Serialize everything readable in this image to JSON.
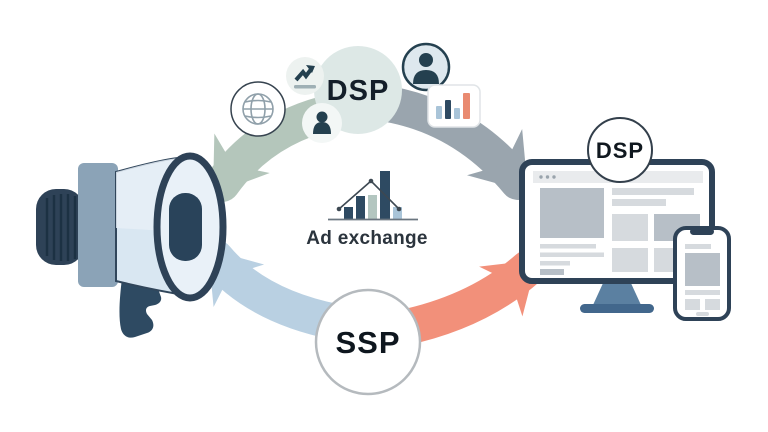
{
  "labels": {
    "dsp": "DSP",
    "ad_exchange": "Ad exchange",
    "ssp": "SSP",
    "publisher_badge": "DSP"
  },
  "colors": {
    "background": "#ffffff",
    "arrow_dsp_to_advertiser": "#b4c6bb",
    "arrow_dsp_to_publisher": "#9aa5ae",
    "arrow_ssp_to_advertiser": "#b9d0e2",
    "arrow_ssp_to_publisher": "#f2907a",
    "navy_outline": "#2e4257",
    "icon_navy": "#24404f",
    "dsp_node_fill": "#dde8e6",
    "ssp_node_fill": "#ffffff",
    "megaphone_body": "#d9e7f2",
    "megaphone_band": "#8ba3b7",
    "chart_bar_navy": "#2e4a62",
    "chart_bar_sage": "#b3c6c0",
    "chart_bar_blue": "#a9c4d8",
    "chart_bar_salmon": "#e98a70",
    "wireframe_light_gray": "#d6dade",
    "wireframe_mid_gray": "#b7bfc7",
    "browser_bar_gray": "#e9ebed",
    "stand_neck": "#5b80a1",
    "stand_base": "#42678c"
  },
  "nodes": {
    "advertiser": {
      "icon": "megaphone-icon"
    },
    "dsp": {
      "label": "DSP",
      "satellite_icons": [
        "globe-icon",
        "trend-up-icon",
        "user-icon",
        "avatar-icon",
        "bar-chart-card-icon"
      ]
    },
    "ad_exchange": {
      "label": "Ad exchange",
      "icon": "ad-exchange-chart-icon"
    },
    "ssp": {
      "label": "SSP"
    },
    "publisher": {
      "badge_label": "DSP",
      "icons": [
        "monitor-icon",
        "browser-window-icon",
        "smartphone-icon"
      ]
    }
  },
  "edges": [
    {
      "from": "dsp",
      "to": "advertiser",
      "color_key": "arrow_dsp_to_advertiser"
    },
    {
      "from": "dsp",
      "to": "publisher",
      "color_key": "arrow_dsp_to_publisher"
    },
    {
      "from": "ssp",
      "to": "advertiser",
      "color_key": "arrow_ssp_to_advertiser"
    },
    {
      "from": "ssp",
      "to": "publisher",
      "color_key": "arrow_ssp_to_publisher"
    }
  ],
  "icons": [
    "megaphone-icon",
    "globe-icon",
    "trend-up-icon",
    "user-icon",
    "avatar-icon",
    "bar-chart-card-icon",
    "ad-exchange-chart-icon",
    "monitor-icon",
    "browser-window-icon",
    "smartphone-icon"
  ]
}
